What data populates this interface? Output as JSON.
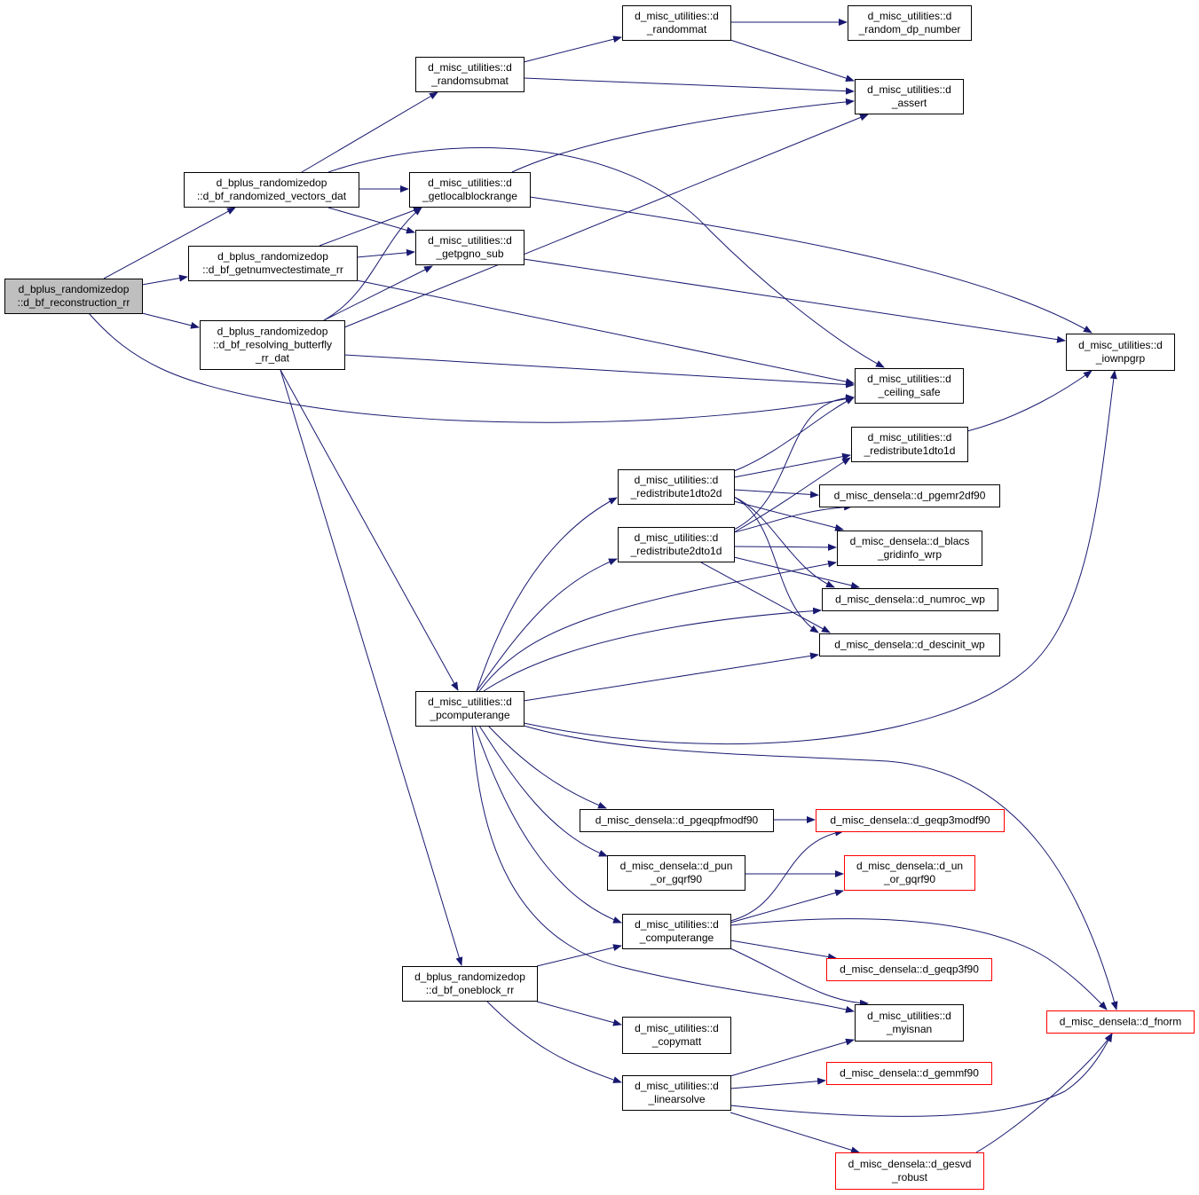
{
  "colors": {
    "edge": "#191970",
    "border_normal": "#000000",
    "border_truncated": "#ff0000",
    "fill_root": "#bfbfbf",
    "fill_normal": "#ffffff",
    "text": "#000000"
  },
  "nodes": [
    {
      "id": "reconstruction_rr",
      "lines": [
        "d_bplus_randomizedop",
        "::d_bf_reconstruction_rr"
      ],
      "style": "root"
    },
    {
      "id": "randomized_vectors_dat",
      "lines": [
        "d_bplus_randomizedop",
        "::d_bf_randomized_vectors_dat"
      ],
      "style": "normal"
    },
    {
      "id": "getnumvectestimate_rr",
      "lines": [
        "d_bplus_randomizedop",
        "::d_bf_getnumvectestimate_rr"
      ],
      "style": "normal"
    },
    {
      "id": "resolving_butterfly_rr_dat",
      "lines": [
        "d_bplus_randomizedop",
        "::d_bf_resolving_butterfly",
        "_rr_dat"
      ],
      "style": "normal"
    },
    {
      "id": "oneblock_rr",
      "lines": [
        "d_bplus_randomizedop",
        "::d_bf_oneblock_rr"
      ],
      "style": "normal"
    },
    {
      "id": "randomsubmat",
      "lines": [
        "d_misc_utilities::d",
        "_randomsubmat"
      ],
      "style": "normal"
    },
    {
      "id": "randommat",
      "lines": [
        "d_misc_utilities::d",
        "_randommat"
      ],
      "style": "normal"
    },
    {
      "id": "random_dp_number",
      "lines": [
        "d_misc_utilities::d",
        "_random_dp_number"
      ],
      "style": "normal"
    },
    {
      "id": "assert",
      "lines": [
        "d_misc_utilities::d",
        "_assert"
      ],
      "style": "normal"
    },
    {
      "id": "getlocalblockrange",
      "lines": [
        "d_misc_utilities::d",
        "_getlocalblockrange"
      ],
      "style": "normal"
    },
    {
      "id": "getpgno_sub",
      "lines": [
        "d_misc_utilities::d",
        "_getpgno_sub"
      ],
      "style": "normal"
    },
    {
      "id": "iownpgrp",
      "lines": [
        "d_misc_utilities::d",
        "_iownpgrp"
      ],
      "style": "normal"
    },
    {
      "id": "ceiling_safe",
      "lines": [
        "d_misc_utilities::d",
        "_ceiling_safe"
      ],
      "style": "normal"
    },
    {
      "id": "redistribute1dto1d",
      "lines": [
        "d_misc_utilities::d",
        "_redistribute1dto1d"
      ],
      "style": "normal"
    },
    {
      "id": "redistribute1dto2d",
      "lines": [
        "d_misc_utilities::d",
        "_redistribute1dto2d"
      ],
      "style": "normal"
    },
    {
      "id": "redistribute2dto1d",
      "lines": [
        "d_misc_utilities::d",
        "_redistribute2dto1d"
      ],
      "style": "normal"
    },
    {
      "id": "pgemr2df90",
      "lines": [
        "d_misc_densela::d_pgemr2df90"
      ],
      "style": "normal"
    },
    {
      "id": "blacs_gridinfo_wrp",
      "lines": [
        "d_misc_densela::d_blacs",
        "_gridinfo_wrp"
      ],
      "style": "normal"
    },
    {
      "id": "numroc_wp",
      "lines": [
        "d_misc_densela::d_numroc_wp"
      ],
      "style": "normal"
    },
    {
      "id": "descinit_wp",
      "lines": [
        "d_misc_densela::d_descinit_wp"
      ],
      "style": "normal"
    },
    {
      "id": "pcomputerange",
      "lines": [
        "d_misc_utilities::d",
        "_pcomputerange"
      ],
      "style": "normal"
    },
    {
      "id": "pgeqpfmodf90",
      "lines": [
        "d_misc_densela::d_pgeqpfmodf90"
      ],
      "style": "normal"
    },
    {
      "id": "geqp3modf90",
      "lines": [
        "d_misc_densela::d_geqp3modf90"
      ],
      "style": "truncated"
    },
    {
      "id": "pun_or_gqrf90",
      "lines": [
        "d_misc_densela::d_pun",
        "_or_gqrf90"
      ],
      "style": "normal"
    },
    {
      "id": "un_or_gqrf90",
      "lines": [
        "d_misc_densela::d_un",
        "_or_gqrf90"
      ],
      "style": "truncated"
    },
    {
      "id": "computerange",
      "lines": [
        "d_misc_utilities::d",
        "_computerange"
      ],
      "style": "normal"
    },
    {
      "id": "geqp3f90",
      "lines": [
        "d_misc_densela::d_geqp3f90"
      ],
      "style": "truncated"
    },
    {
      "id": "myisnan",
      "lines": [
        "d_misc_utilities::d",
        "_myisnan"
      ],
      "style": "normal"
    },
    {
      "id": "fnorm",
      "lines": [
        "d_misc_densela::d_fnorm"
      ],
      "style": "truncated"
    },
    {
      "id": "copymatt",
      "lines": [
        "d_misc_utilities::d",
        "_copymatt"
      ],
      "style": "normal"
    },
    {
      "id": "linearsolve",
      "lines": [
        "d_misc_utilities::d",
        "_linearsolve"
      ],
      "style": "normal"
    },
    {
      "id": "gemmf90",
      "lines": [
        "d_misc_densela::d_gemmf90"
      ],
      "style": "truncated"
    },
    {
      "id": "gesvd_robust",
      "lines": [
        "d_misc_densela::d_gesvd",
        "_robust"
      ],
      "style": "truncated"
    }
  ],
  "edges": [
    [
      "reconstruction_rr",
      "randomized_vectors_dat"
    ],
    [
      "reconstruction_rr",
      "getnumvectestimate_rr"
    ],
    [
      "reconstruction_rr",
      "resolving_butterfly_rr_dat"
    ],
    [
      "reconstruction_rr",
      "ceiling_safe"
    ],
    [
      "randomized_vectors_dat",
      "randomsubmat"
    ],
    [
      "randomized_vectors_dat",
      "getlocalblockrange"
    ],
    [
      "randomized_vectors_dat",
      "getpgno_sub"
    ],
    [
      "randomized_vectors_dat",
      "ceiling_safe"
    ],
    [
      "randomsubmat",
      "randommat"
    ],
    [
      "randomsubmat",
      "assert"
    ],
    [
      "randommat",
      "random_dp_number"
    ],
    [
      "randommat",
      "assert"
    ],
    [
      "getlocalblockrange",
      "assert"
    ],
    [
      "getlocalblockrange",
      "iownpgrp"
    ],
    [
      "getpgno_sub",
      "iownpgrp"
    ],
    [
      "getnumvectestimate_rr",
      "getlocalblockrange"
    ],
    [
      "getnumvectestimate_rr",
      "getpgno_sub"
    ],
    [
      "getnumvectestimate_rr",
      "ceiling_safe"
    ],
    [
      "resolving_butterfly_rr_dat",
      "getlocalblockrange"
    ],
    [
      "resolving_butterfly_rr_dat",
      "getpgno_sub"
    ],
    [
      "resolving_butterfly_rr_dat",
      "assert"
    ],
    [
      "resolving_butterfly_rr_dat",
      "ceiling_safe"
    ],
    [
      "resolving_butterfly_rr_dat",
      "pcomputerange"
    ],
    [
      "resolving_butterfly_rr_dat",
      "oneblock_rr"
    ],
    [
      "redistribute1dto1d",
      "iownpgrp"
    ],
    [
      "redistribute1dto2d",
      "ceiling_safe"
    ],
    [
      "redistribute1dto2d",
      "redistribute1dto1d"
    ],
    [
      "redistribute1dto2d",
      "pgemr2df90"
    ],
    [
      "redistribute1dto2d",
      "blacs_gridinfo_wrp"
    ],
    [
      "redistribute1dto2d",
      "numroc_wp"
    ],
    [
      "redistribute1dto2d",
      "descinit_wp"
    ],
    [
      "redistribute2dto1d",
      "ceiling_safe"
    ],
    [
      "redistribute2dto1d",
      "redistribute1dto1d"
    ],
    [
      "redistribute2dto1d",
      "pgemr2df90"
    ],
    [
      "redistribute2dto1d",
      "blacs_gridinfo_wrp"
    ],
    [
      "redistribute2dto1d",
      "numroc_wp"
    ],
    [
      "redistribute2dto1d",
      "descinit_wp"
    ],
    [
      "pcomputerange",
      "redistribute1dto2d"
    ],
    [
      "pcomputerange",
      "redistribute2dto1d"
    ],
    [
      "pcomputerange",
      "blacs_gridinfo_wrp"
    ],
    [
      "pcomputerange",
      "numroc_wp"
    ],
    [
      "pcomputerange",
      "descinit_wp"
    ],
    [
      "pcomputerange",
      "iownpgrp"
    ],
    [
      "pcomputerange",
      "fnorm"
    ],
    [
      "pcomputerange",
      "pgeqpfmodf90"
    ],
    [
      "pcomputerange",
      "pun_or_gqrf90"
    ],
    [
      "pcomputerange",
      "computerange"
    ],
    [
      "pcomputerange",
      "myisnan"
    ],
    [
      "pgeqpfmodf90",
      "geqp3modf90"
    ],
    [
      "pun_or_gqrf90",
      "un_or_gqrf90"
    ],
    [
      "computerange",
      "geqp3modf90"
    ],
    [
      "computerange",
      "un_or_gqrf90"
    ],
    [
      "computerange",
      "geqp3f90"
    ],
    [
      "computerange",
      "myisnan"
    ],
    [
      "computerange",
      "fnorm"
    ],
    [
      "oneblock_rr",
      "computerange"
    ],
    [
      "oneblock_rr",
      "copymatt"
    ],
    [
      "oneblock_rr",
      "linearsolve"
    ],
    [
      "linearsolve",
      "myisnan"
    ],
    [
      "linearsolve",
      "gemmf90"
    ],
    [
      "linearsolve",
      "fnorm"
    ],
    [
      "linearsolve",
      "gesvd_robust"
    ],
    [
      "gesvd_robust",
      "fnorm"
    ]
  ]
}
